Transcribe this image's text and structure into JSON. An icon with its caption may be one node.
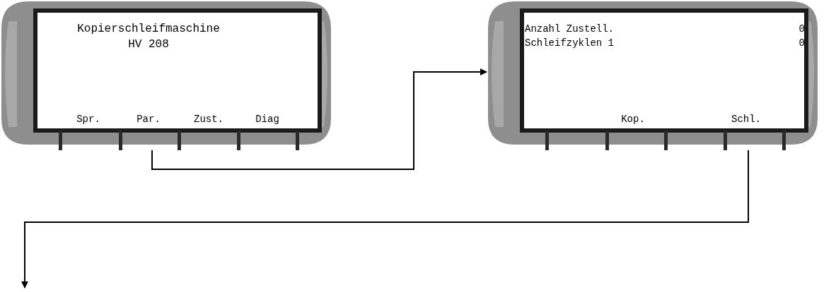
{
  "diagram": {
    "nodes": [
      {
        "text": [
          "Kopierschleifmaschine HV 208",
          "Spr.",
          "Par.",
          "Zust.",
          "Diag"
        ]
      },
      {
        "text": [
          "Anzahl Zustell.",
          "0",
          "Schleifzyklen 1",
          "0",
          "Kop.",
          "Schl."
        ]
      }
    ],
    "edges": [
      {
        "from": 0,
        "to": 1,
        "arrow": "to"
      },
      {
        "from": 1,
        "to": null,
        "arrow": "to"
      }
    ]
  }
}
